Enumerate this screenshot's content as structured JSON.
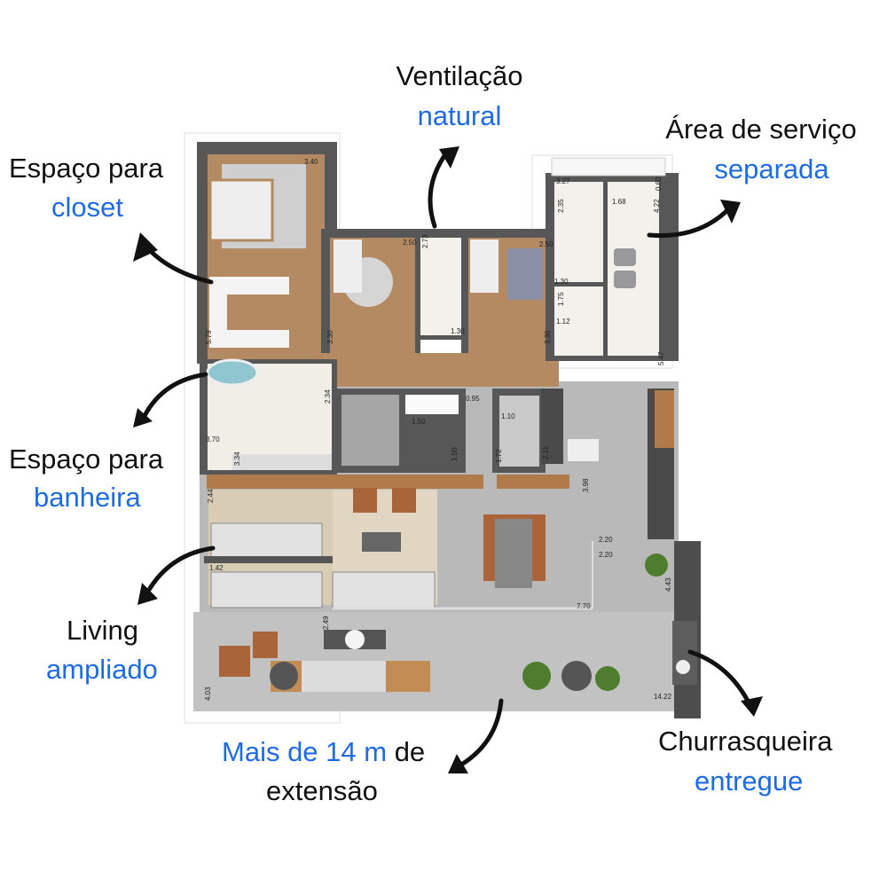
{
  "annotations": {
    "closet": {
      "line1": "Espaço para",
      "line2": "closet"
    },
    "ventilation": {
      "line1": "Ventilação",
      "line2": "natural"
    },
    "service_area": {
      "line1": "Área de serviço",
      "line2": "separada"
    },
    "bathtub": {
      "line1": "Espaço para",
      "line2": "banheira"
    },
    "living": {
      "line1": "Living",
      "line2": "ampliado"
    },
    "extension": {
      "line1_highlight": "Mais de 14 m",
      "line1_rest": " de",
      "line2": "extensão"
    },
    "barbecue": {
      "line1": "Churrasqueira",
      "line2": "entregue"
    }
  },
  "dimensions": [
    "3.40",
    "2.50",
    "2.73",
    "2.50",
    "3.27",
    "0.60",
    "2.35",
    "1.68",
    "4.22",
    "1.30",
    "1.75",
    "1.12",
    "5.79",
    "3.30",
    "1.30",
    "3.30",
    "5.47",
    "2.34",
    "0.95",
    "1.50",
    "1.50",
    "1.10",
    "1.72",
    "2.11",
    "3.70",
    "3.34",
    "2.44",
    "3.98",
    "2.20",
    "2.20",
    "1.42",
    "7.70",
    "2.49",
    "4.43",
    "4.03",
    "14.22"
  ],
  "colors": {
    "highlight": "#1f6be3",
    "text": "#111111",
    "wall": "#575757",
    "wood": "#b48a62",
    "tile": "#f1ede7",
    "concrete": "#b7b7b7",
    "rug": "#ddd2bd"
  }
}
